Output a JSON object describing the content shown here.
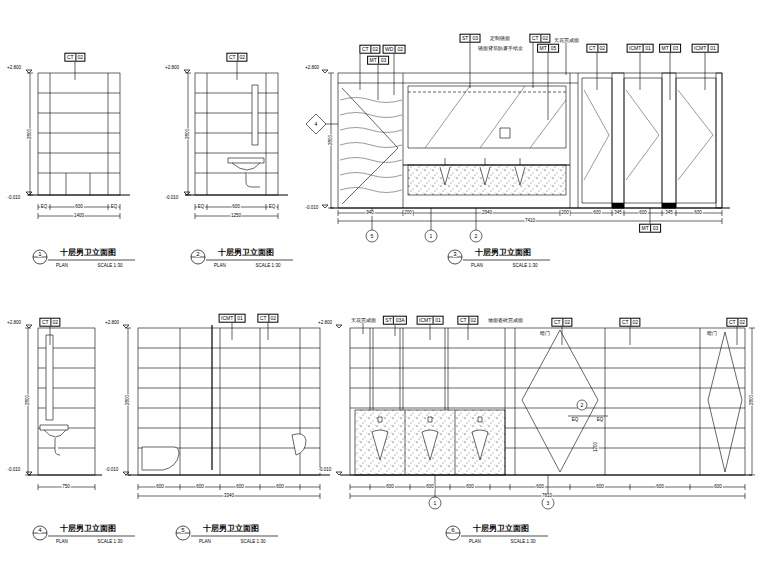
{
  "diagram": {
    "nodes": [
      {
        "text": [
          "CT",
          "02"
        ]
      },
      {
        "text": [
          "CT",
          "02"
        ]
      },
      {
        "text": [
          "CT",
          "02"
        ]
      },
      {
        "text": [
          "WD",
          "02"
        ]
      },
      {
        "text": [
          "MT",
          "03"
        ]
      },
      {
        "text": [
          "ST",
          "03"
        ]
      },
      {
        "text": [
          "CT",
          "02"
        ]
      },
      {
        "text": [
          "MT",
          "05"
        ]
      },
      {
        "text": [
          "CT",
          "02"
        ]
      },
      {
        "text": [
          "ICMT",
          "01"
        ]
      },
      {
        "text": [
          "MT",
          "03"
        ]
      },
      {
        "text": [
          "ICMT",
          "01"
        ]
      },
      {
        "text": [
          "MT",
          "03"
        ]
      },
      {
        "text": [
          "CT",
          "02"
        ]
      },
      {
        "text": [
          "ICMT",
          "01"
        ]
      },
      {
        "text": [
          "CT",
          "02"
        ]
      },
      {
        "text": [
          "ST",
          "03A"
        ]
      },
      {
        "text": [
          "ICMT",
          "01"
        ]
      },
      {
        "text": [
          "CT",
          "02"
        ]
      },
      {
        "text": [
          "CT",
          "02"
        ]
      },
      {
        "text": [
          "CT",
          "02"
        ]
      },
      {
        "text": [
          "CT",
          "02"
        ]
      }
    ],
    "labels": [
      "+2.800",
      "-0.010",
      "+2.800",
      "-0.010",
      "+2.800",
      "-0.010",
      "+2.800",
      "-0.010",
      "+2.800",
      "-0.010",
      "+2.800",
      "-0.010",
      "EQ",
      "600",
      "EQ",
      "1400",
      "2800",
      "EQ",
      "600",
      "EQ",
      "1250",
      "2800",
      "940",
      "200",
      "2940",
      "200",
      "600",
      "345",
      "600",
      "345",
      "600",
      "7410",
      "2800",
      "750",
      "2800",
      "600",
      "600",
      "600",
      "600",
      "3340",
      "2800",
      "600",
      "600",
      "600",
      "600",
      "600",
      "600",
      "600",
      "7810",
      "2800",
      "1200",
      "EQ",
      "EQ",
      "1",
      "十层男卫立面图",
      "PLAN",
      "SCALE 1:30",
      "2",
      "十层男卫立面图",
      "PLAN",
      "SCALE 1:30",
      "3",
      "十层男卫立面图",
      "PLAN",
      "SCALE 1:30",
      "4",
      "十层男卫立面图",
      "PLAN",
      "SCALE 1:30",
      "5",
      "十层男卫立面图",
      "PLAN",
      "SCALE 1:30",
      "6",
      "十层男卫立面图",
      "PLAN",
      "SCALE 1:30",
      "天花完成面",
      "定制镜面",
      "镜面背后防雾手纸盒",
      "天花完成面",
      "墙面瓷砖完成面",
      "暗门",
      "暗门",
      "4",
      "5",
      "1",
      "2",
      "1",
      "3",
      "2"
    ]
  }
}
